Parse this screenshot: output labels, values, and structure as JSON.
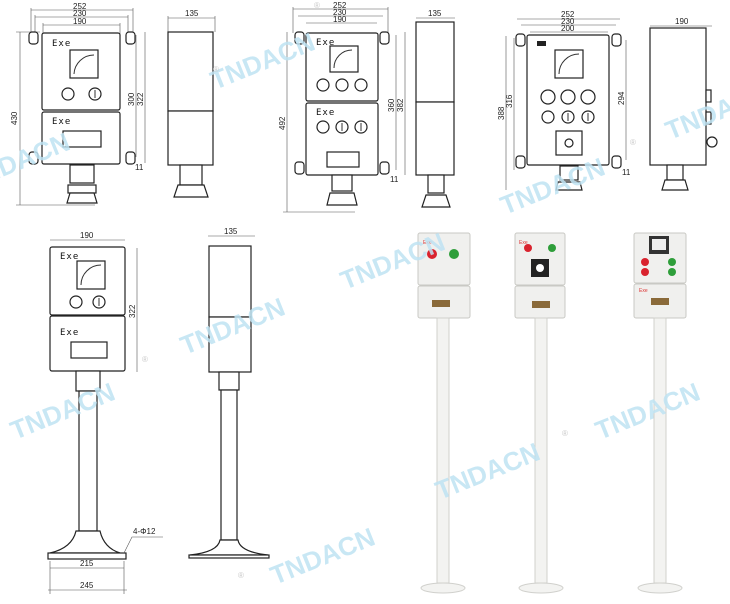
{
  "watermark": {
    "text": "TNDACN",
    "mark": "®"
  },
  "drawings": [
    {
      "name": "front-view-1",
      "dims": [
        "252",
        "230",
        "190",
        "430",
        "300",
        "322",
        "11"
      ],
      "labels": [
        "Exe",
        "Exe"
      ]
    },
    {
      "name": "side-view-1",
      "dims": [
        "135"
      ]
    },
    {
      "name": "front-view-2",
      "dims": [
        "252",
        "230",
        "190",
        "492",
        "360",
        "382",
        "11"
      ],
      "labels": [
        "Exe",
        "Exe"
      ]
    },
    {
      "name": "side-view-2",
      "dims": [
        "135"
      ]
    },
    {
      "name": "front-view-3",
      "dims": [
        "252",
        "230",
        "200",
        "388",
        "316",
        "294",
        "11"
      ]
    },
    {
      "name": "side-view-3",
      "dims": [
        "190"
      ]
    },
    {
      "name": "pillar-front-view",
      "dims": [
        "190",
        "322",
        "215",
        "245",
        "4-Φ12"
      ],
      "labels": [
        "Exe",
        "Exe"
      ]
    },
    {
      "name": "pillar-side-view",
      "dims": [
        "135"
      ]
    }
  ],
  "photos": [
    {
      "name": "product-photo-1",
      "label": "Exe"
    },
    {
      "name": "product-photo-2",
      "label": "Exe"
    },
    {
      "name": "product-photo-3",
      "label": "Exe"
    }
  ],
  "colors": {
    "red": "#d9232e",
    "green": "#2e9e3a",
    "watermark": "#bfe3f3",
    "accent_d": "#e8474f"
  }
}
